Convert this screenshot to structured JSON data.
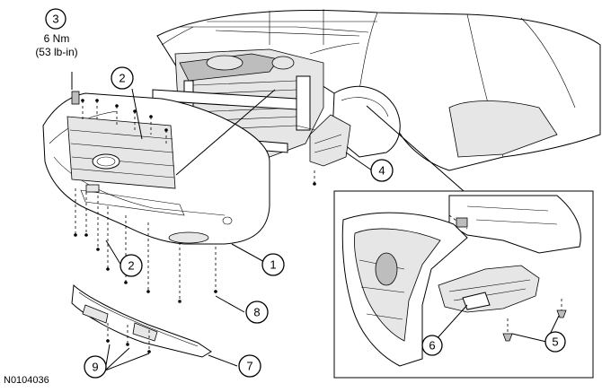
{
  "figure_id": "N0104036",
  "torque_spec": {
    "metric": "6 Nm",
    "imperial": "(53 lb-in)"
  },
  "callouts": [
    {
      "id": "c3",
      "label": "3"
    },
    {
      "id": "c2a",
      "label": "2"
    },
    {
      "id": "c2b",
      "label": "2"
    },
    {
      "id": "c4",
      "label": "4"
    },
    {
      "id": "c1",
      "label": "1"
    },
    {
      "id": "c8",
      "label": "8"
    },
    {
      "id": "c5",
      "label": "5"
    },
    {
      "id": "c6",
      "label": "6"
    },
    {
      "id": "c9",
      "label": "9"
    },
    {
      "id": "c7",
      "label": "7"
    }
  ]
}
